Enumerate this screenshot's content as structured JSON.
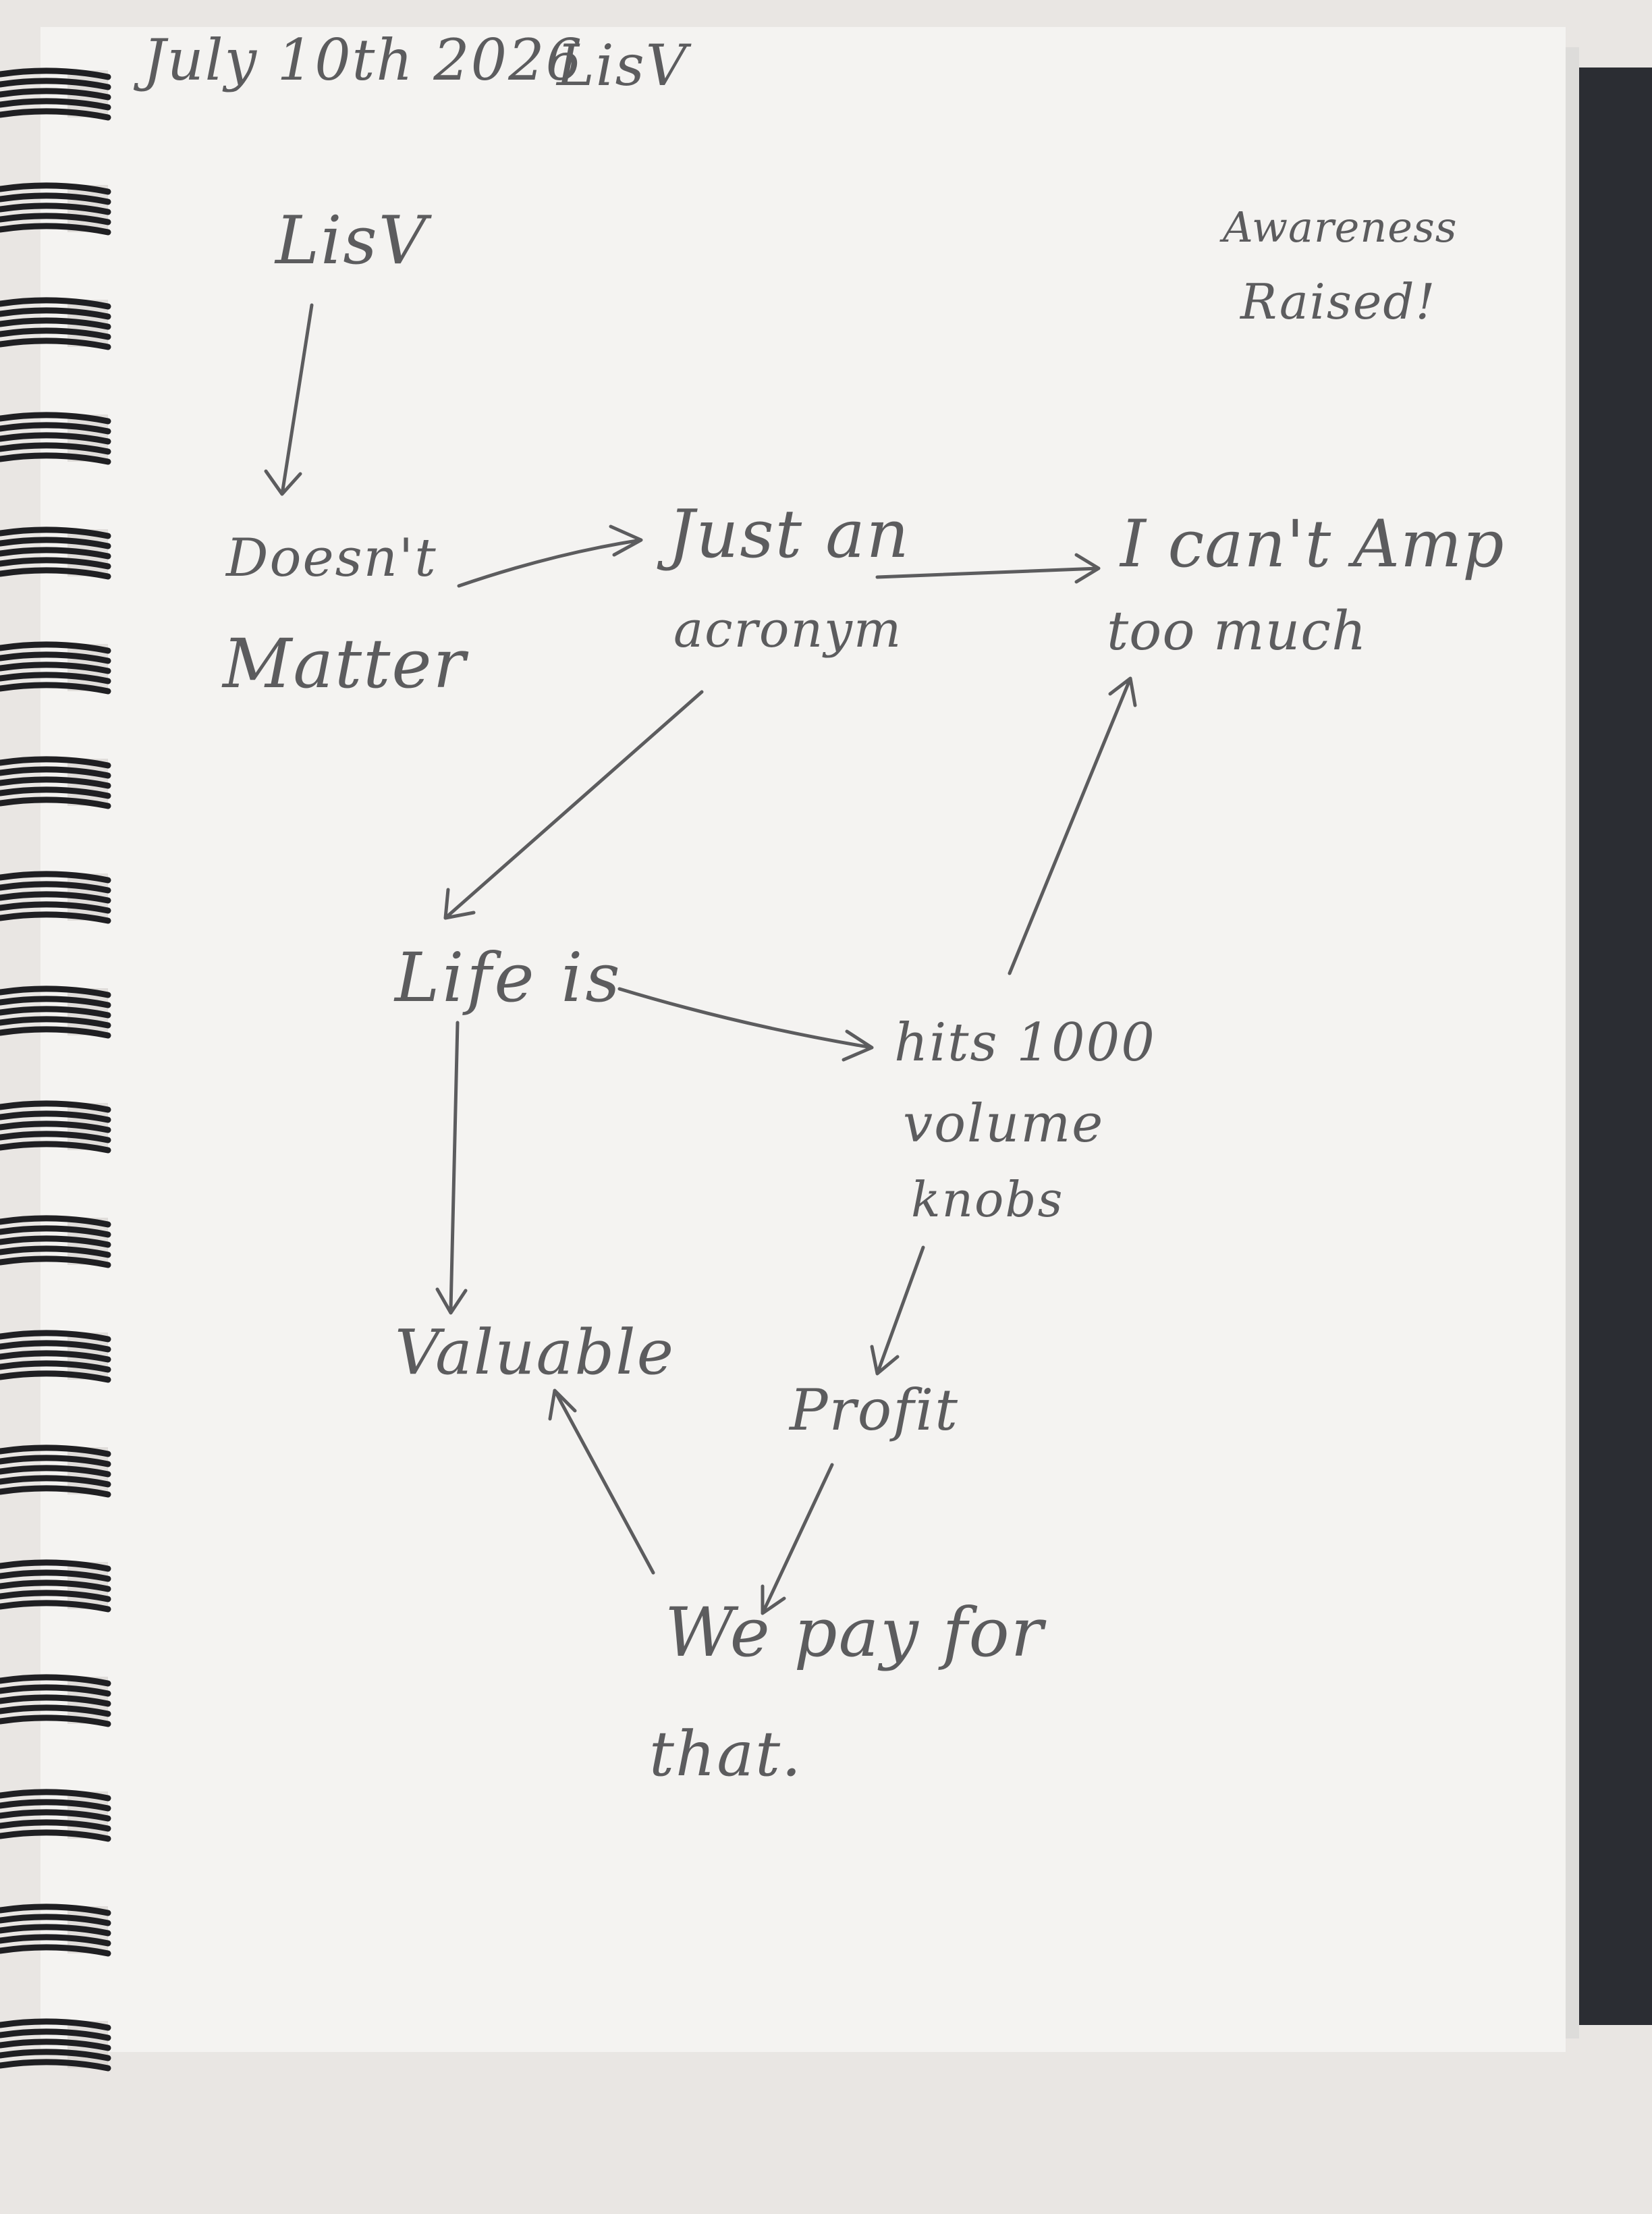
{
  "header": {
    "date": "July 10th 2026",
    "author": "LisV"
  },
  "corner_note": {
    "line1": "Awareness",
    "line2": "Raised!"
  },
  "nodes": {
    "lisv": {
      "text": "LisV"
    },
    "doesnt_matter": {
      "line1": "Doesn't",
      "line2": "Matter"
    },
    "just_an_acronym": {
      "line1": "Just an",
      "line2": "acronym"
    },
    "i_cant_amp": {
      "line1": "I can't Amp",
      "line2": "too much"
    },
    "life_is": {
      "text": "Life is"
    },
    "hits_1000": {
      "line1": "hits 1000",
      "line2": "volume",
      "line3": "knobs"
    },
    "valuable": {
      "text": "Valuable"
    },
    "profit": {
      "text": "Profit"
    },
    "we_pay": {
      "line1": "We pay for",
      "line2": "that."
    }
  },
  "edges": [
    {
      "from": "LisV",
      "to": "Doesn't Matter"
    },
    {
      "from": "Doesn't Matter",
      "to": "Just an acronym"
    },
    {
      "from": "Just an acronym",
      "to": "I can't Amp too much"
    },
    {
      "from": "Just an acronym",
      "to": "Life is"
    },
    {
      "from": "Life is",
      "to": "hits 1000 volume knobs"
    },
    {
      "from": "hits 1000 volume knobs",
      "to": "I can't Amp too much"
    },
    {
      "from": "Life is",
      "to": "Valuable"
    },
    {
      "from": "hits 1000 volume knobs",
      "to": "Profit"
    },
    {
      "from": "Profit",
      "to": "We pay for that."
    },
    {
      "from": "We pay for that.",
      "to": "Valuable"
    }
  ],
  "colors": {
    "ink": "#5c5c5e",
    "paper": "#f4f3f1",
    "background": "#e9e6e3",
    "coil": "#1f1f22",
    "cover": "#2b2d33"
  }
}
